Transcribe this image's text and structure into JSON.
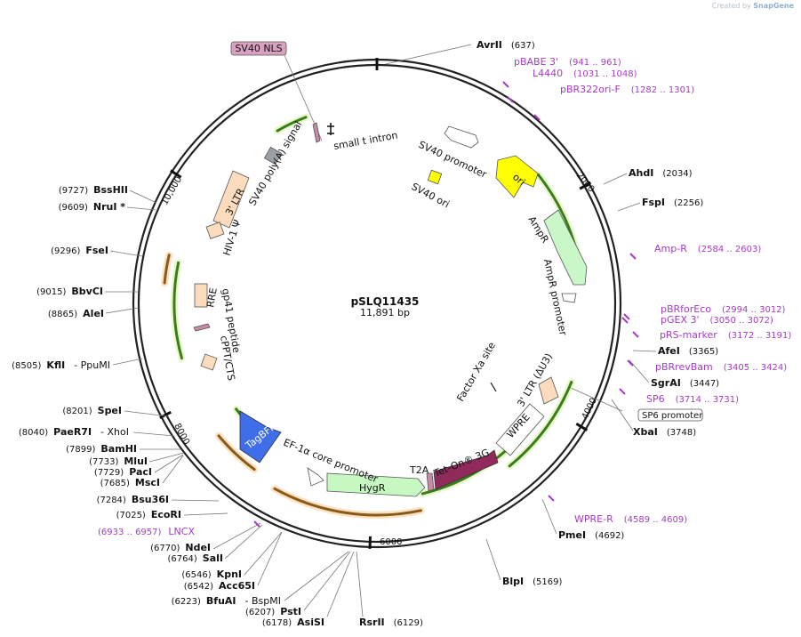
{
  "watermark": {
    "prefix": "Created by",
    "brand": "SnapGene"
  },
  "plasmid": {
    "name": "pSLQ11435",
    "size_label": "11,891 bp",
    "total_bp": 11891
  },
  "colors": {
    "backbone": "#222222",
    "enzyme_text": "#111111",
    "enzyme_pos": "#333333",
    "primer": "#a63bc7",
    "leader": "#777777",
    "ori": "#ffff00",
    "ampr": "#c9f7c8",
    "ltr": "#fddcbd",
    "green_feature": "#6aa52a",
    "orange_feature": "#d2913a",
    "tagbfp": "#3f6ee8",
    "tet_on": "#8f2a5b",
    "nls": "#d9a1c0",
    "hygr": "#c7f8c2",
    "gray_box": "#9aa0a8",
    "pink_small": "#c58aa6"
  },
  "ticks": [
    "2000",
    "4000",
    "6000",
    "8000",
    "10,000"
  ],
  "enzymes": [
    {
      "name": "AvrII",
      "pos": "(637)"
    },
    {
      "name": "AhdI",
      "pos": "(2034)"
    },
    {
      "name": "FspI",
      "pos": "(2256)"
    },
    {
      "name": "AfeI",
      "pos": "(3365)"
    },
    {
      "name": "SgrAI",
      "pos": "(3447)"
    },
    {
      "name": "XbaI",
      "pos": "(3748)"
    },
    {
      "name": "PmeI",
      "pos": "(4692)"
    },
    {
      "name": "BlpI",
      "pos": "(5169)"
    },
    {
      "name": "RsrII",
      "pos": "(6129)"
    },
    {
      "name": "AsiSI",
      "pos": "(6178)"
    },
    {
      "name": "PstI",
      "pos": "(6207)"
    },
    {
      "name": "BfuAI",
      "pos": "(6223)",
      "extra": "- BspMI"
    },
    {
      "name": "Acc65I",
      "pos": "(6542)"
    },
    {
      "name": "KpnI",
      "pos": "(6546)"
    },
    {
      "name": "SalI",
      "pos": "(6764)"
    },
    {
      "name": "NdeI",
      "pos": "(6770)"
    },
    {
      "name": "EcoRI",
      "pos": "(7025)"
    },
    {
      "name": "Bsu36I",
      "pos": "(7284)"
    },
    {
      "name": "MscI",
      "pos": "(7685)"
    },
    {
      "name": "PacI",
      "pos": "(7729)"
    },
    {
      "name": "MluI",
      "pos": "(7733)"
    },
    {
      "name": "BamHI",
      "pos": "(7899)"
    },
    {
      "name": "PaeR7I",
      "pos": "(8040)",
      "extra": "- XhoI"
    },
    {
      "name": "SpeI",
      "pos": "(8201)"
    },
    {
      "name": "KflI",
      "pos": "(8505)",
      "extra": "- PpuMI"
    },
    {
      "name": "AleI",
      "pos": "(8865)"
    },
    {
      "name": "BbvCI",
      "pos": "(9015)"
    },
    {
      "name": "FseI",
      "pos": "(9296)"
    },
    {
      "name": "NruI *",
      "pos": "(9609)"
    },
    {
      "name": "BssHII",
      "pos": "(9727)"
    }
  ],
  "primers": [
    {
      "name": "pBABE 3'",
      "range": "(941 .. 961)"
    },
    {
      "name": "L4440",
      "range": "(1031 .. 1048)"
    },
    {
      "name": "pBR322ori-F",
      "range": "(1282 .. 1301)"
    },
    {
      "name": "Amp-R",
      "range": "(2584 .. 2603)"
    },
    {
      "name": "pBRforEco",
      "range": "(2994 .. 3012)"
    },
    {
      "name": "pGEX 3'",
      "range": "(3050 .. 3072)"
    },
    {
      "name": "pRS-marker",
      "range": "(3172 .. 3191)"
    },
    {
      "name": "pBRrevBam",
      "range": "(3405 .. 3424)"
    },
    {
      "name": "SP6",
      "range": "(3714 .. 3731)"
    },
    {
      "name": "WPRE-R",
      "range": "(4589 .. 4609)"
    },
    {
      "name": "LNCX",
      "range": "(6933 .. 6957)"
    }
  ],
  "features": {
    "sv40_nls": "SV40 NLS",
    "small_t_intron": "small t intron",
    "sv40_promoter": "SV40 promoter",
    "sv40_ori": "SV40 ori",
    "ori": "ori",
    "ampr": "AmpR",
    "ampr_promoter": "AmpR promoter",
    "sv40_polya": "SV40 poly(A) signal",
    "ltr_3": "3' LTR",
    "hiv_psi": "HIV-1 Ψ",
    "rre": "RRE",
    "gp41": "gp41 peptide",
    "cppt": "cPPT/CTS",
    "factor_xa": "Factor Xa site",
    "ltr_3_du3": "3' LTR (ΔU3)",
    "sp6_promoter": "SP6 promoter",
    "wpre": "WPRE",
    "tagbfp": "TagBFP",
    "ef1a": "EF-1α core promoter",
    "hygr": "HygR",
    "t2a": "T2A",
    "tet_on": "Tet-On® 3G"
  }
}
